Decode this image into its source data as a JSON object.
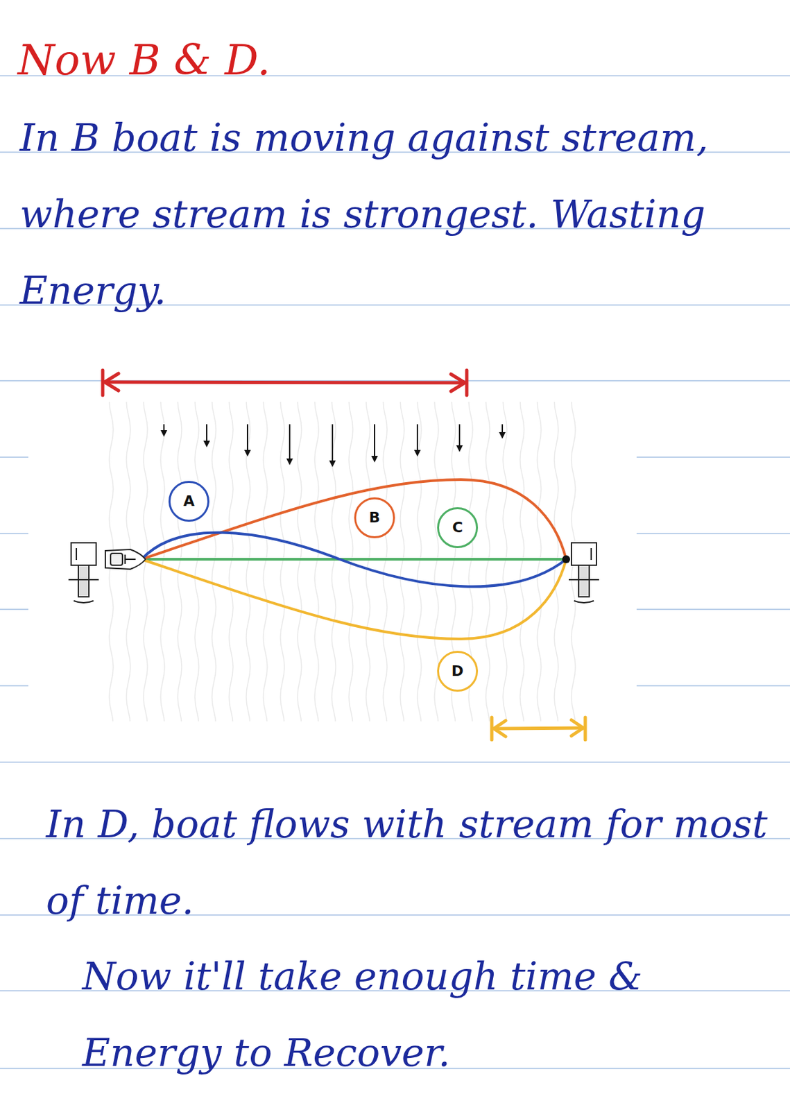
{
  "diagram": {
    "title": "Now B & D.",
    "nodes": [
      {
        "text": [
          "A"
        ]
      },
      {
        "text": [
          "B"
        ]
      },
      {
        "text": [
          "C"
        ]
      },
      {
        "text": [
          "D"
        ]
      }
    ],
    "labels": [
      "In B boat is moving against stream, where stream is strongest. Wasting Energy.",
      "In D, boat flows with stream for most of time.",
      "Now it'll take enough time & Energy to Recover."
    ]
  }
}
